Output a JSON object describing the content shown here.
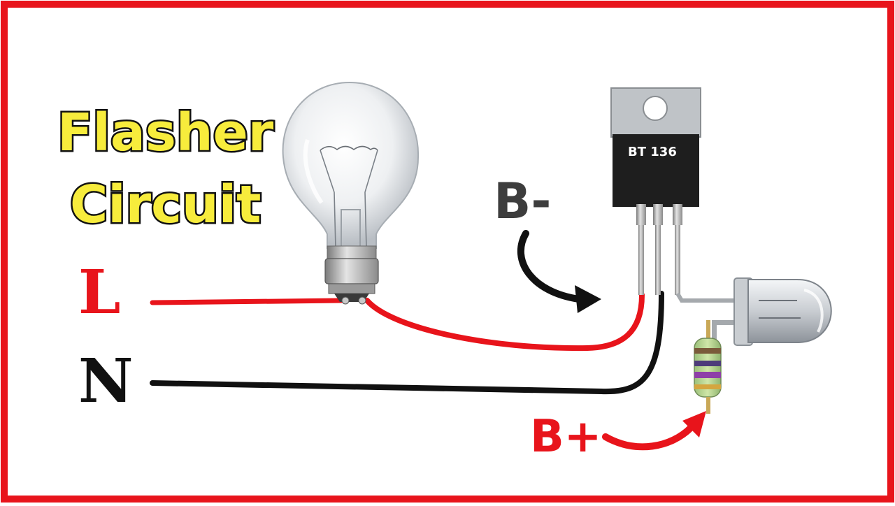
{
  "title": {
    "line1": "Flasher",
    "line2": "Circuit"
  },
  "labels": {
    "live": "L",
    "neutral": "N",
    "b_minus": "B-",
    "b_plus": "B+"
  },
  "components": {
    "triac_label": "BT 136"
  },
  "icons": [
    "light-bulb-icon",
    "triac-icon",
    "led-icon",
    "resistor-icon",
    "curved-arrow-icon"
  ],
  "colors": {
    "border": "#e8141b",
    "live_wire": "#e8141b",
    "neutral_wire": "#111111",
    "title_fill": "#f7ec3c",
    "title_outline": "#111111"
  }
}
